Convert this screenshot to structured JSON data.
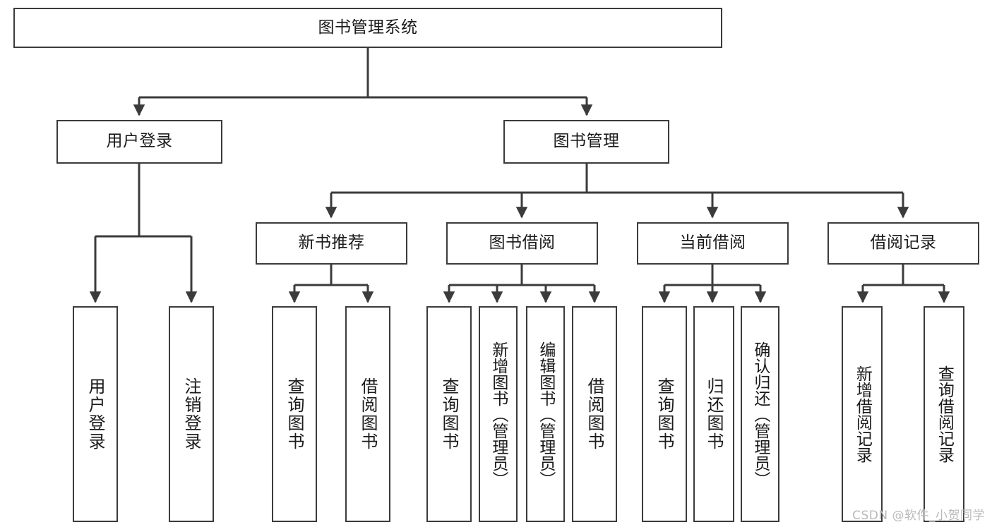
{
  "diagram": {
    "title": "图书管理系统",
    "type": "hierarchy-tree",
    "watermark": "CSDN @软件_小贺同学",
    "colors": {
      "box_border": "#3b3b3b",
      "box_fill": "#ffffff",
      "connector": "#3b3b3b",
      "text": "#1a1a1a",
      "watermark": "#b9b9b9"
    },
    "root": {
      "label": "图书管理系统"
    },
    "level2": [
      {
        "label": "用户登录"
      },
      {
        "label": "图书管理"
      }
    ],
    "level3": [
      {
        "label": "新书推荐"
      },
      {
        "label": "图书借阅"
      },
      {
        "label": "当前借阅"
      },
      {
        "label": "借阅记录"
      }
    ],
    "leaves": {
      "user_login": [
        {
          "label": "用户登录"
        },
        {
          "label": "注销登录"
        }
      ],
      "new_book_recommend": [
        {
          "label": "查询图书"
        },
        {
          "label": "借阅图书"
        }
      ],
      "book_borrow": [
        {
          "label": "查询图书"
        },
        {
          "label": "新增图书（管理员）"
        },
        {
          "label": "编辑图书（管理员）"
        },
        {
          "label": "借阅图书"
        }
      ],
      "current_borrow": [
        {
          "label": "查询图书"
        },
        {
          "label": "归还图书"
        },
        {
          "label": "确认归还（管理员）"
        }
      ],
      "borrow_records": [
        {
          "label": "新增借阅记录"
        },
        {
          "label": "查询借阅记录"
        }
      ]
    }
  }
}
